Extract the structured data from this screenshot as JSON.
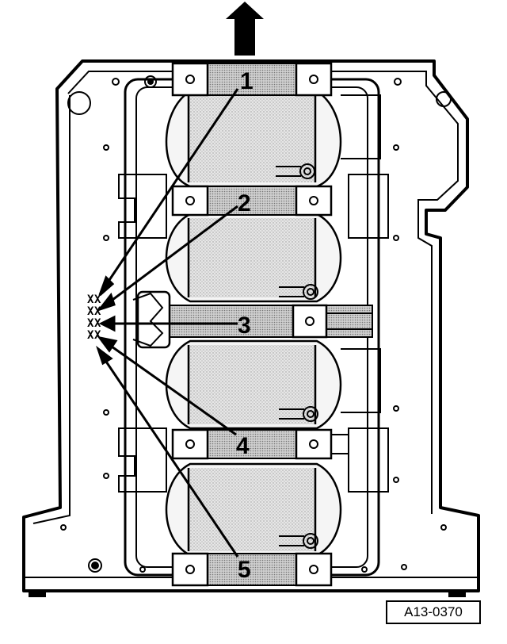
{
  "figure": {
    "reference_code": "A13-0370",
    "callouts": [
      {
        "id": 1,
        "label": "1"
      },
      {
        "id": 2,
        "label": "2"
      },
      {
        "id": 3,
        "label": "3"
      },
      {
        "id": 4,
        "label": "4"
      },
      {
        "id": 5,
        "label": "5"
      }
    ],
    "marks": {
      "col1": "X X X X",
      "col2": "X X X X"
    },
    "direction_indicator": "up-arrow-icon"
  }
}
